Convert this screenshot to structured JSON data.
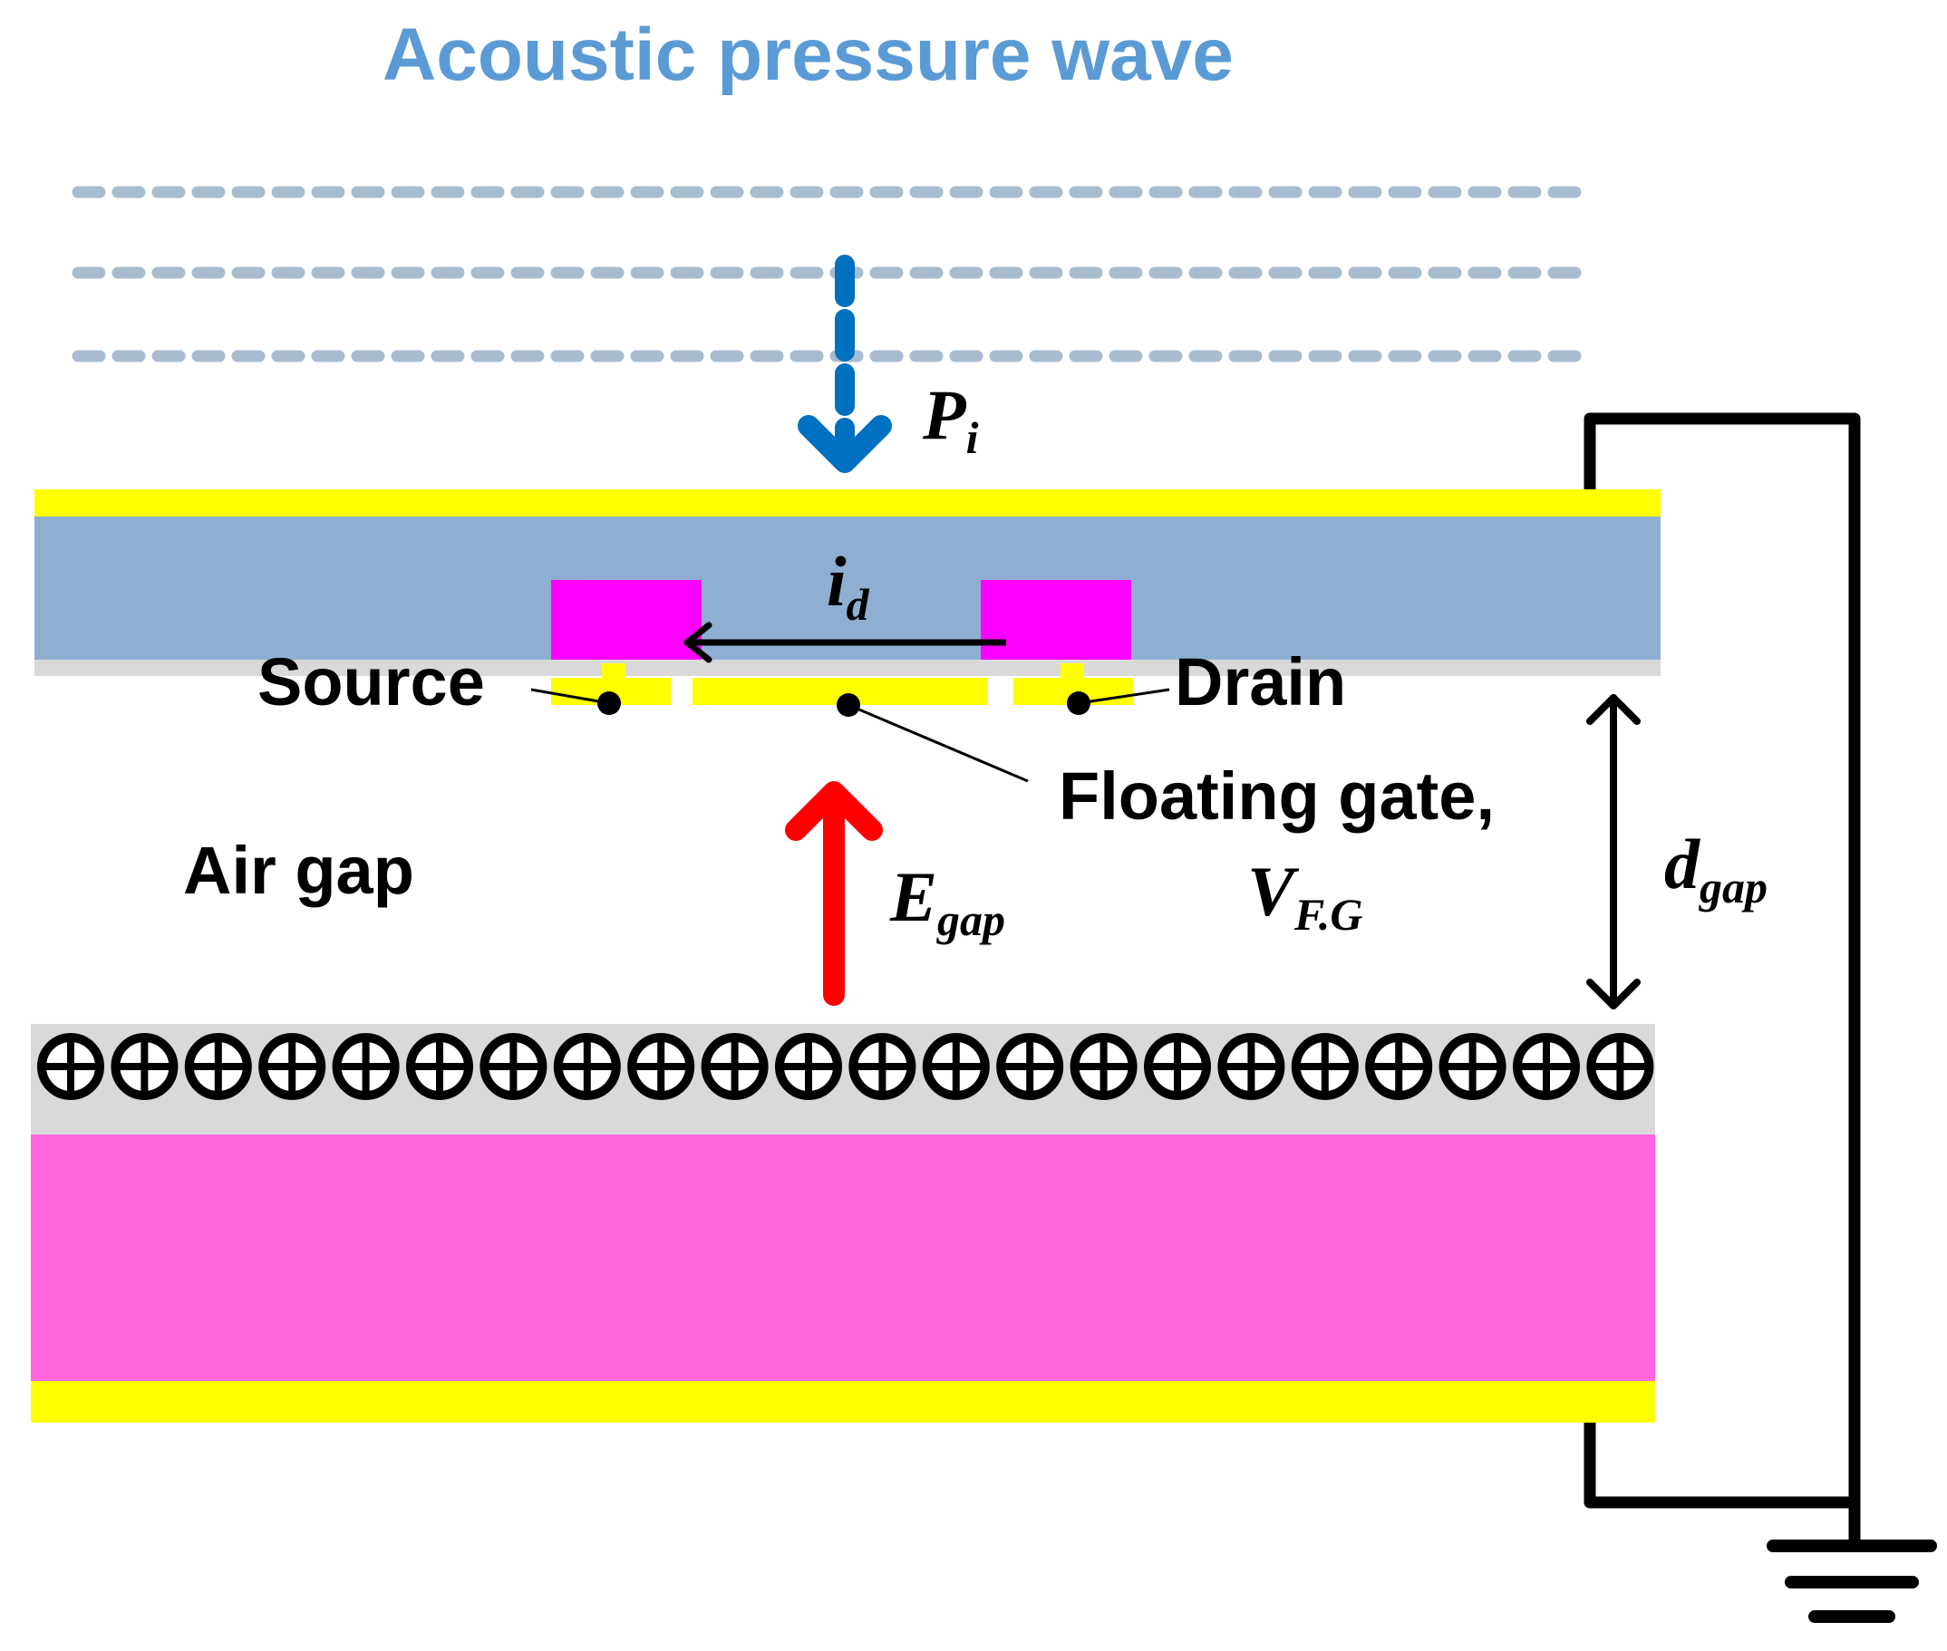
{
  "title": "Acoustic pressure wave",
  "labels": {
    "source": "Source",
    "drain": "Drain",
    "floating_gate": "Floating gate,",
    "air_gap": "Air gap"
  },
  "symbols": {
    "pressure": {
      "main": "P",
      "sub": "i"
    },
    "drain_current": {
      "main": "i",
      "sub": "d"
    },
    "field": {
      "main": "E",
      "sub": "gap"
    },
    "gate_voltage": {
      "main": "V",
      "sub": "F.G"
    },
    "gap_distance": {
      "main": "d",
      "sub": "gap"
    }
  },
  "colors": {
    "title": "#5b9bd5",
    "wave_lines": "#a9bccf",
    "pressure_arrow": "#0070c0",
    "electrode": "#ffff00",
    "top_substrate": "#8eafd1",
    "source_drain_pads": "#ff00ff",
    "bottom_layer": "#ff66dd",
    "charge_layer": "#d9d9d9",
    "field_arrow": "#ff0000",
    "wire": "#000000"
  },
  "charge_symbol": "⊕"
}
